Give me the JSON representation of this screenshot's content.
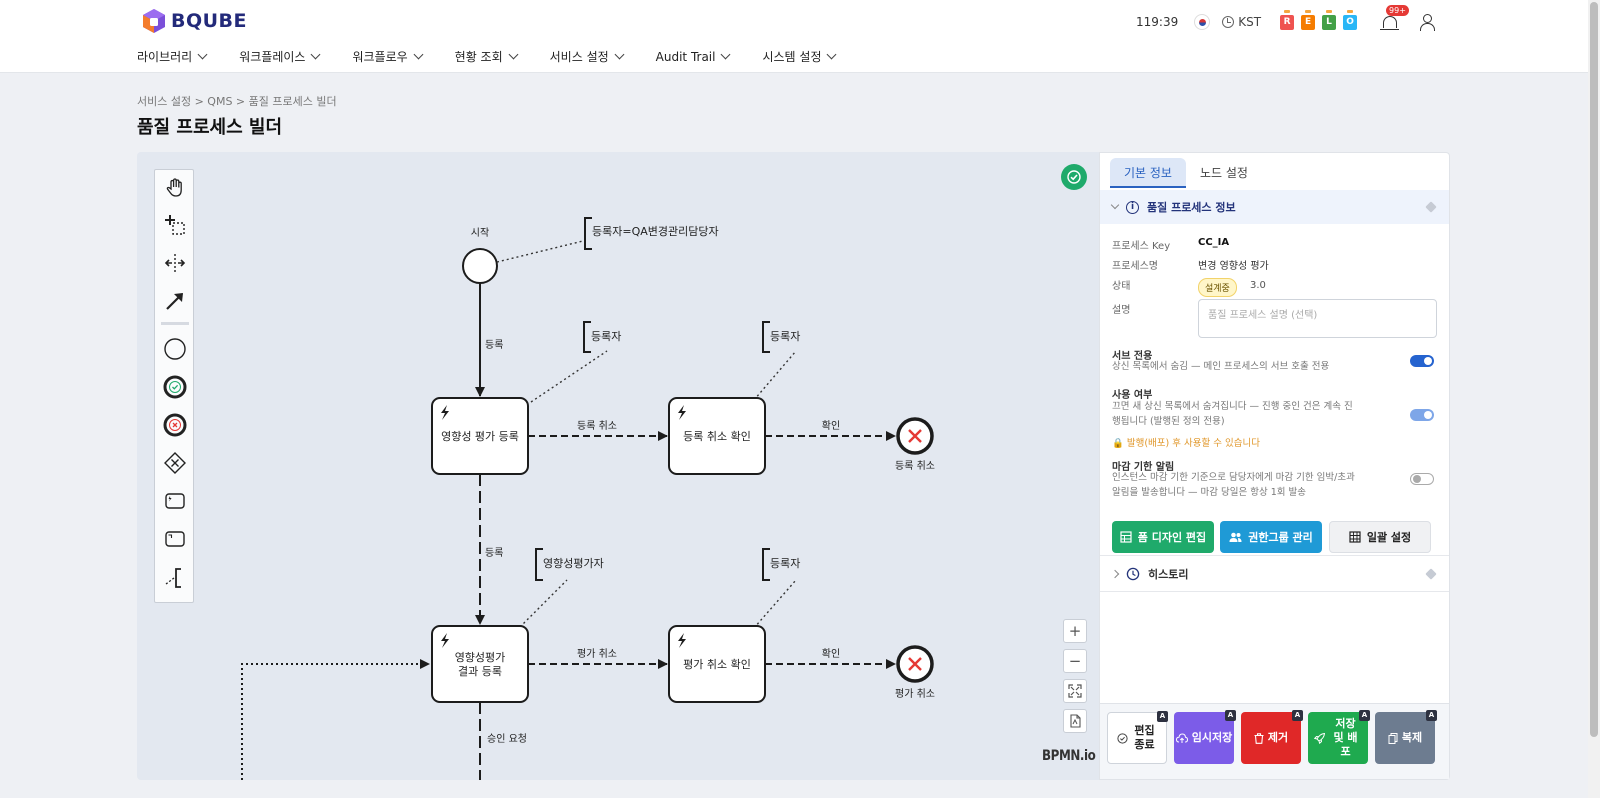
{
  "brand": {
    "name": "BQUBE"
  },
  "nav": [
    {
      "label": "라이브러리"
    },
    {
      "label": "워크플레이스"
    },
    {
      "label": "워크플로우"
    },
    {
      "label": "현황 조회"
    },
    {
      "label": "서비스 설정"
    },
    {
      "label": "Audit Trail"
    },
    {
      "label": "시스템 설정"
    }
  ],
  "topbar": {
    "time": "119:39",
    "timezone": "KST",
    "relo": [
      {
        "letter": "R",
        "color": "#ef5350"
      },
      {
        "letter": "E",
        "color": "#f57c00"
      },
      {
        "letter": "L",
        "color": "#43a047"
      },
      {
        "letter": "O",
        "color": "#29b6f6"
      }
    ],
    "notifications": "99+"
  },
  "breadcrumb": "서비스 설정 > QMS > 품질 프로세스 빌더",
  "page_title": "품질 프로세스 빌더",
  "diagram": {
    "start_label": "시작",
    "annotations": {
      "a1": "등록자=QA변경관리담당자",
      "a2": "등록자",
      "a3": "등록자",
      "a4": "영향성평가자",
      "a5": "등록자"
    },
    "tasks": {
      "t1": "영향성 평가 등록",
      "t2": "등록 취소 확인",
      "t3a": "영향성평가",
      "t3b": "결과 등록",
      "t4": "평가 취소 확인"
    },
    "flows": {
      "f1": "등록",
      "f2": "등록 취소",
      "f3": "확인",
      "f4": "등록",
      "f5": "평가 취소",
      "f6": "확인",
      "f7": "승인 요청"
    },
    "ends": {
      "e1": "등록 취소",
      "e2": "평가 취소"
    },
    "watermark": "BPMN.io"
  },
  "panel": {
    "tabs": [
      {
        "label": "기본 정보"
      },
      {
        "label": "노드 설정"
      }
    ],
    "section_title": "품질 프로세스 정보",
    "fields": {
      "key_label": "프로세스 Key",
      "key_value": "CC_IA",
      "name_label": "프로세스명",
      "name_value": "변경 영향성 평가",
      "status_label": "상태",
      "status_value": "설계중",
      "version": "3.0",
      "desc_label": "설명",
      "desc_placeholder": "품질 프로세스 설명 (선택)"
    },
    "options": {
      "sub_title": "서브 전용",
      "sub_desc": "상신 목록에서 숨김 — 메인 프로세스의 서브 호출 전용",
      "use_title": "사용 여부",
      "use_desc": "끄면 새 상신 목록에서 숨겨집니다 — 진행 중인 건은 계속 진행됩니다 (발행된 정의 전용)",
      "use_warn": "발행(배포) 후 사용할 수 있습니다",
      "due_title": "마감 기한 알림",
      "due_desc": "인스턴스 마감 기한 기준으로 담당자에게 마감 기한 임박/초과 알림을 발송합니다 — 마감 당일은 항상 1회 발송"
    },
    "buttons": {
      "form": "폼 디자인 편집",
      "perm": "권한그룹 관리",
      "batch": "일괄 설정"
    },
    "history": "히스토리"
  },
  "actions": {
    "end_edit": "편집 종료",
    "temp_save": "임시저장",
    "remove": "제거",
    "save_deploy": "저장 및 배포",
    "copy": "복제",
    "shortcut": "A"
  }
}
